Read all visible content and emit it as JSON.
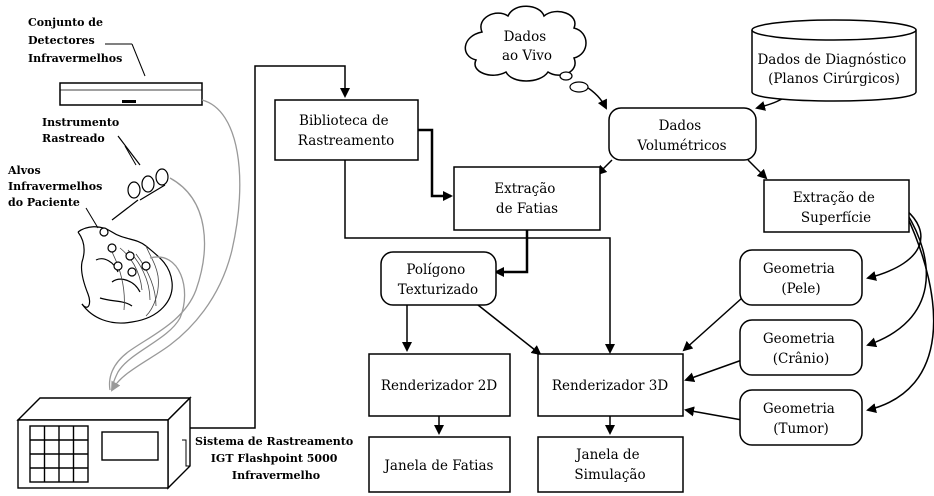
{
  "labels": {
    "detectors": [
      "Conjunto de",
      "Detectores",
      "Infravermelhos"
    ],
    "instrument": [
      "Instrumento",
      "Rastreado"
    ],
    "patient_targets": [
      "Alvos",
      "Infravermelhos",
      "do Paciente"
    ],
    "tracking_system": [
      "Sistema de Rastreamento",
      "IGT Flashpoint 5000",
      "Infravermelho"
    ]
  },
  "nodes": {
    "live_data": [
      "Dados",
      "ao Vivo"
    ],
    "diagnostic_data": [
      "Dados de Diagnóstico",
      "(Planos Cirúrgicos)"
    ],
    "tracking_library": [
      "Biblioteca de",
      "Rastreamento"
    ],
    "volumetric_data": [
      "Dados",
      "Volumétricos"
    ],
    "slice_extraction": [
      "Extração",
      "de Fatias"
    ],
    "surface_extraction": [
      "Extração de",
      "Superfície"
    ],
    "textured_polygon": [
      "Polígono",
      "Texturizado"
    ],
    "geometry_skin": [
      "Geometria",
      "(Pele)"
    ],
    "geometry_skull": [
      "Geometria",
      "(Crânio)"
    ],
    "geometry_tumor": [
      "Geometria",
      "(Tumor)"
    ],
    "renderer_2d": [
      "Renderizador 2D"
    ],
    "renderer_3d": [
      "Renderizador 3D"
    ],
    "slice_window": [
      "Janela de Fatias"
    ],
    "simulation_window": [
      "Janela de",
      "Simulação"
    ]
  }
}
